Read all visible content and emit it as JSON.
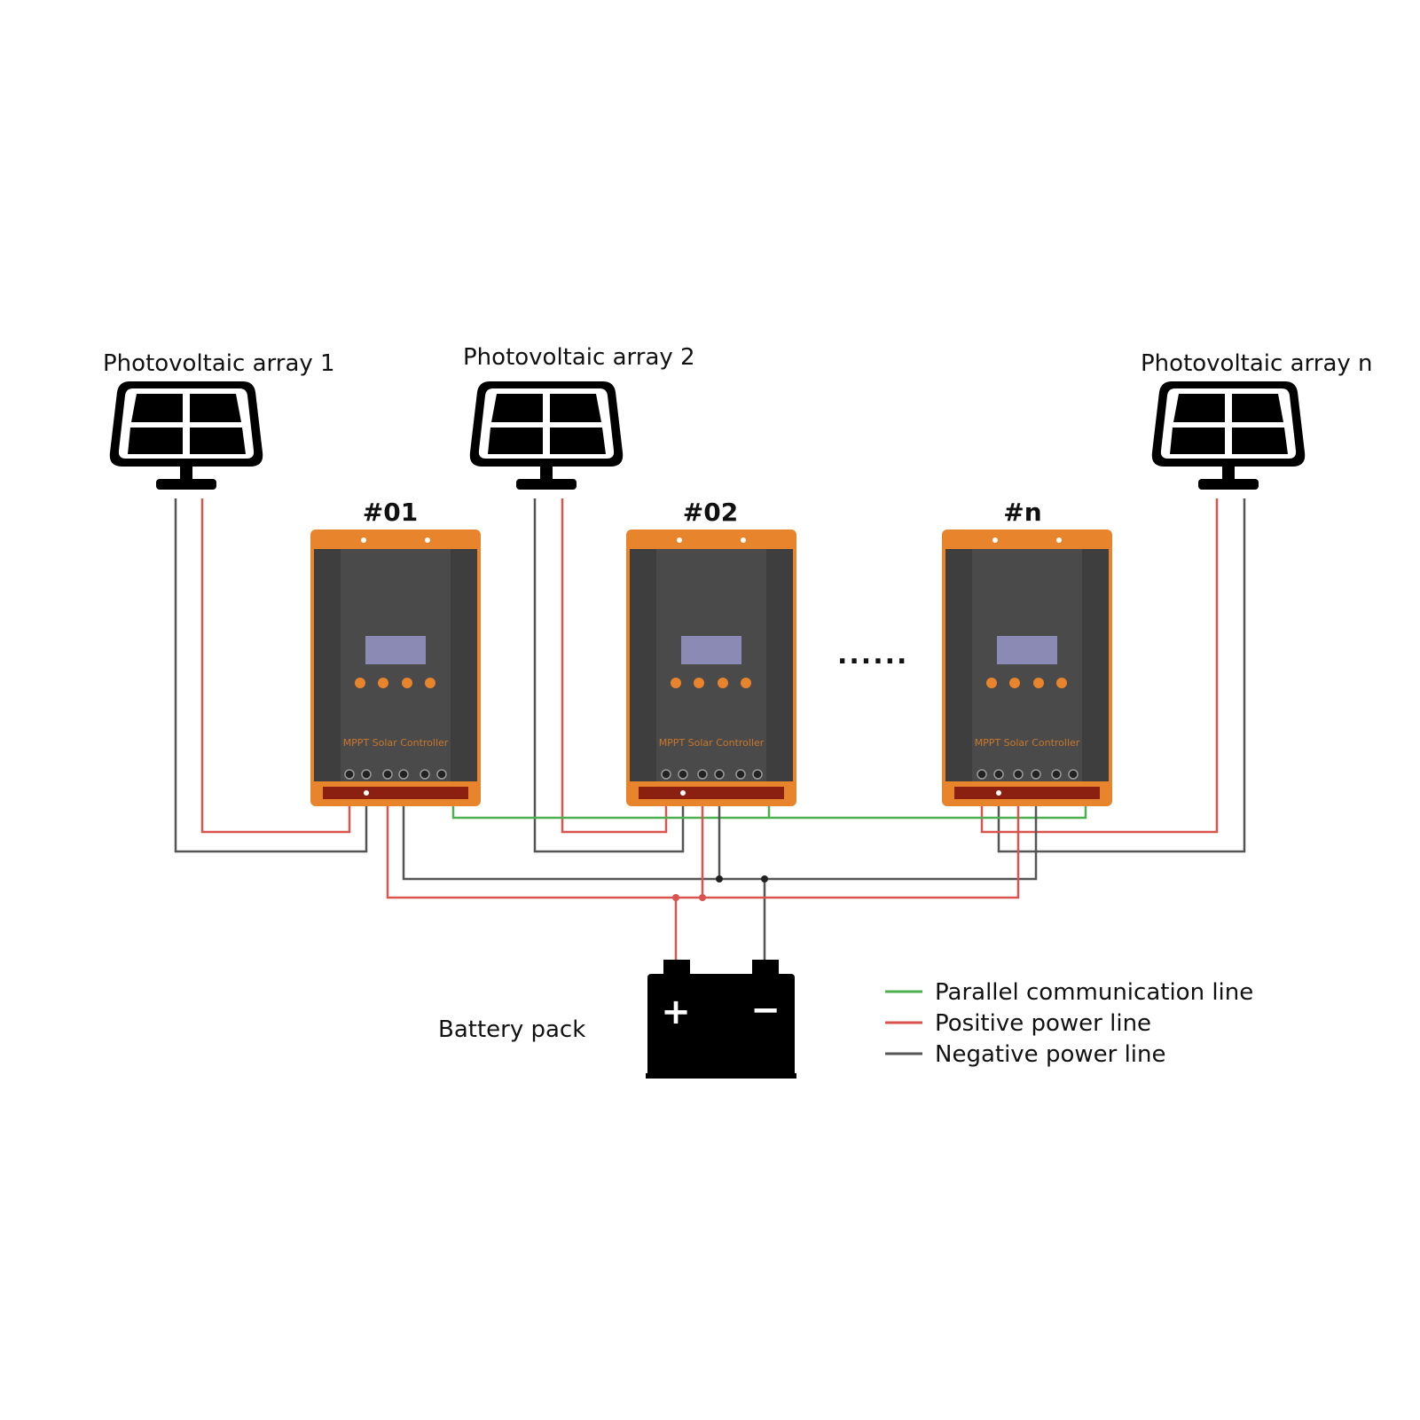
{
  "arrays": [
    {
      "label": "Photovoltaic array 1"
    },
    {
      "label": "Photovoltaic array 2"
    },
    {
      "label": "Photovoltaic array n"
    }
  ],
  "controllers": [
    {
      "label": "#01",
      "panel_text": "MPPT Solar Controller"
    },
    {
      "label": "#02",
      "panel_text": "MPPT Solar Controller"
    },
    {
      "label": "#n",
      "panel_text": "MPPT Solar Controller"
    }
  ],
  "ellipsis": "......",
  "battery": {
    "label": "Battery pack",
    "positive_symbol": "+",
    "negative_symbol": "−"
  },
  "legend": [
    {
      "label": "Parallel communication line",
      "color": "#4caf50"
    },
    {
      "label": "Positive power line",
      "color": "#d9534f"
    },
    {
      "label": "Negative power line",
      "color": "#555555"
    }
  ],
  "colors": {
    "controller_body": "#4a4a4a",
    "controller_accent": "#e8842c",
    "controller_screen": "#8a8ab5",
    "panel": "#000000"
  }
}
